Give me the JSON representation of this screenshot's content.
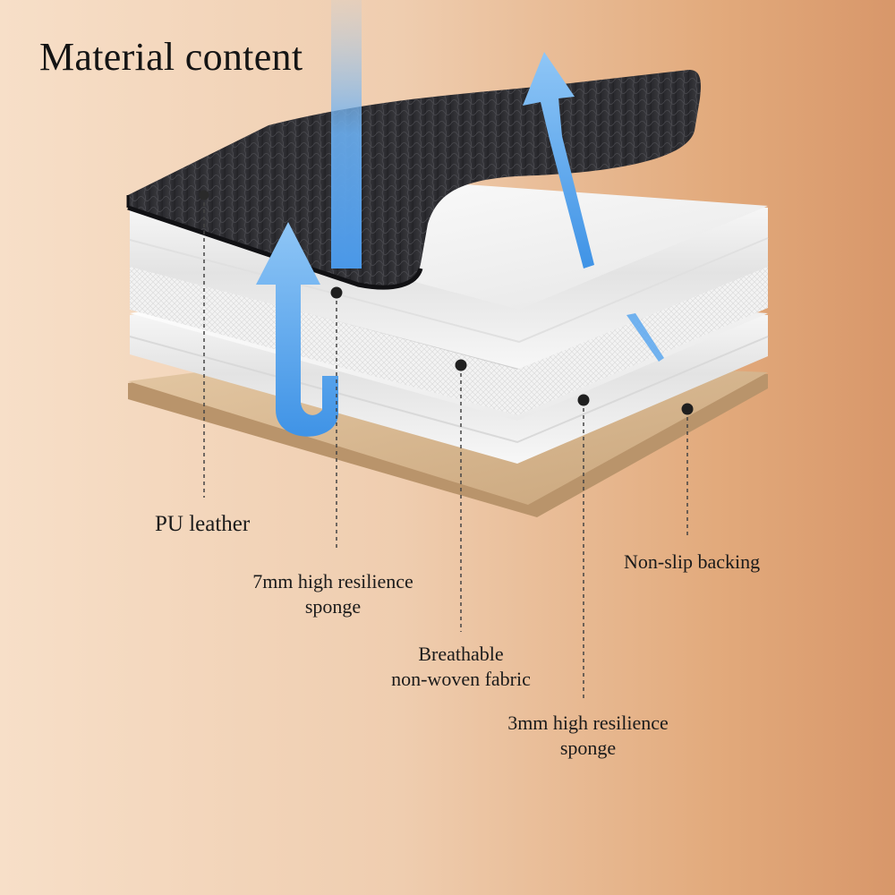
{
  "title": "Material content",
  "layers": [
    {
      "id": "pu",
      "label": "PU leather"
    },
    {
      "id": "sponge7",
      "line1": "7mm high resilience",
      "line2": "sponge"
    },
    {
      "id": "fabric",
      "line1": "Breathable",
      "line2": "non-woven fabric"
    },
    {
      "id": "sponge3",
      "line1": "3mm high resilience",
      "line2": "sponge"
    },
    {
      "id": "backing",
      "label": "Non-slip backing"
    }
  ],
  "colors": {
    "leather": "#2b2b2f",
    "foam": "#f4f4f4",
    "backing": "#dcbb92",
    "arrow": "#5aa7ee"
  }
}
